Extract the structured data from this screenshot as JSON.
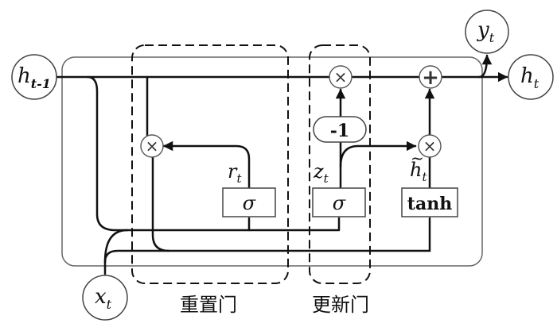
{
  "nodes": {
    "h_prev": {
      "base": "h",
      "sub": "t-1"
    },
    "h_out": {
      "base": "h",
      "sub": "t"
    },
    "x_in": {
      "base": "x",
      "sub": "t"
    },
    "y_out": {
      "base": "y",
      "sub": "t"
    }
  },
  "labels": {
    "r": {
      "base": "r",
      "sub": "t"
    },
    "z": {
      "base": "z",
      "sub": "t"
    },
    "h_tilde": {
      "base": "h",
      "tilde": "~",
      "sub": "t"
    }
  },
  "boxes": {
    "sigma_reset": "σ",
    "sigma_update": "σ",
    "tanh": "tanh",
    "minus_one": "-1"
  },
  "ops": {
    "multiply": "×",
    "add": "+"
  },
  "gates": {
    "reset": "重置门",
    "update": "更新门"
  }
}
